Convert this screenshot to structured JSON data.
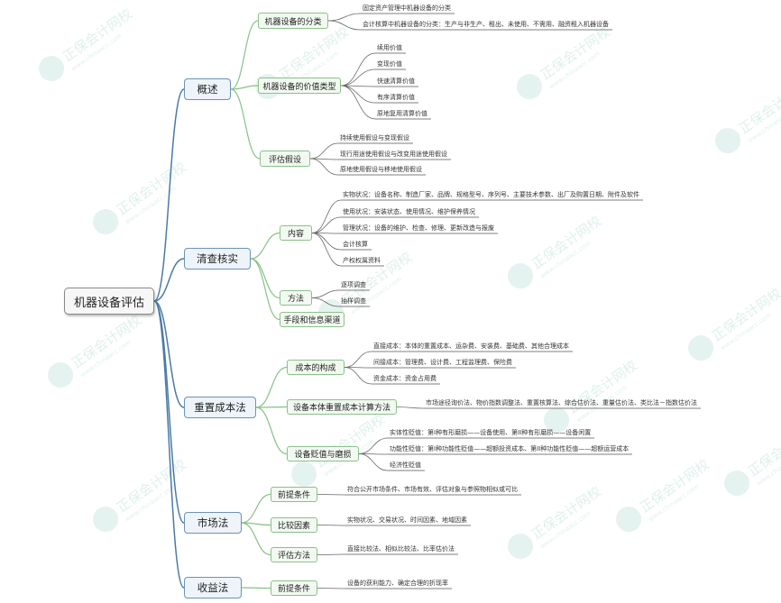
{
  "root": "机器设备评估",
  "watermark": {
    "brand": "正保会计网校",
    "url": "www.chinaacc.com"
  },
  "sections": {
    "overview": {
      "label": "概述",
      "groups": {
        "classification": {
          "label": "机器设备的分类",
          "items": [
            "固定资产管理中机器设备的分类",
            "会计核算中机器设备的分类：生产与非生产、租出、未使用、不需用、融资租入机器设备"
          ]
        },
        "value_types": {
          "label": "机器设备的价值类型",
          "items": [
            "续用价值",
            "变现价值",
            "快速清算价值",
            "有序清算价值",
            "原地复用清算价值"
          ]
        },
        "assumptions": {
          "label": "评估假设",
          "items": [
            "持续使用假设与变现假设",
            "现行用途使用假设与改变用途使用假设",
            "原地使用假设与移地使用假设"
          ]
        }
      }
    },
    "inventory": {
      "label": "清查核实",
      "groups": {
        "content": {
          "label": "内容",
          "items": [
            "实物状况：设备名称、制造厂家、品牌、规格型号、序列号、主要技术参数、出厂及购置日期、附件及软件",
            "使用状况：安装状态、使用情况、维护保养情况",
            "管理状况：设备的维护、检查、修理、更新改造与报废",
            "会计核算",
            "产权权属资料"
          ]
        },
        "methods": {
          "label": "方法",
          "items": [
            "逐项调查",
            "抽样调查"
          ]
        },
        "channels": {
          "label": "手段和信息渠道",
          "items": []
        }
      }
    },
    "replacement": {
      "label": "重置成本法",
      "groups": {
        "cost_composition": {
          "label": "成本的构成",
          "items": [
            "直接成本：本体的重置成本、运杂费、安装费、基础费、其他合理成本",
            "间接成本：管理费、设计费、工程监理费、保险费",
            "资金成本：资金占用费"
          ]
        },
        "calc_methods": {
          "label": "设备本体重置成本计算方法",
          "items": [
            "市场途径询价法、物价指数调整法、重置核算法、综合估价法、重量估价法、类比法－指数估价法"
          ]
        },
        "depreciation": {
          "label": "设备贬值与磨损",
          "items": [
            "实体性贬值：第I种有形磨损——设备使用、第II种有形磨损——设备闲置",
            "功能性贬值：第I种功能性贬值——超额投资成本、第II种功能性贬值——超额运营成本",
            "经济性贬值"
          ]
        }
      }
    },
    "market": {
      "label": "市场法",
      "groups": {
        "preconditions": {
          "label": "前提条件",
          "items": [
            "符合公开市场条件、市场有效、评估对象与参照物相似或可比"
          ]
        },
        "factors": {
          "label": "比较因素",
          "items": [
            "实物状况、交易状况、时间因素、地域因素"
          ]
        },
        "eval_methods": {
          "label": "评估方法",
          "items": [
            "直接比较法、相似比较法、比率估价法"
          ]
        }
      }
    },
    "income": {
      "label": "收益法",
      "groups": {
        "preconditions": {
          "label": "前提条件",
          "items": [
            "设备的获利能力、确定合理的折现率"
          ]
        }
      }
    }
  }
}
